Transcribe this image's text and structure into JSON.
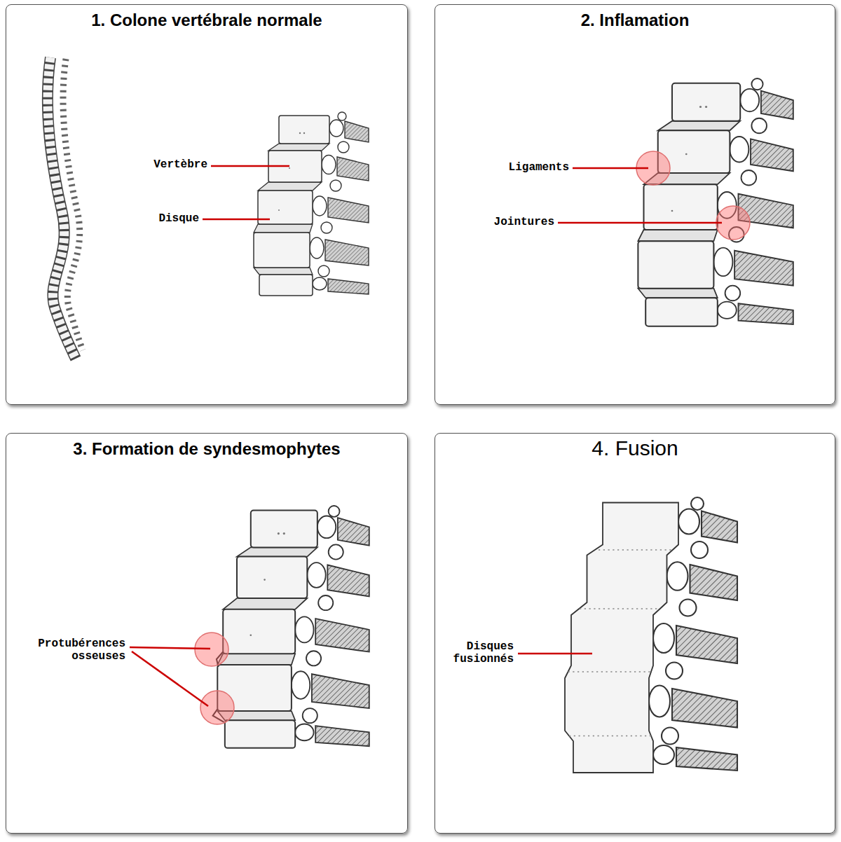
{
  "diagram": {
    "nodes": [
      {
        "text": [
          "1. Colone vertébrale normale"
        ]
      },
      {
        "text": [
          "2. Inflamation"
        ]
      },
      {
        "text": [
          "3. Formation de syndesmophytes"
        ]
      },
      {
        "text": [
          "4. Fusion"
        ]
      }
    ],
    "labels": [
      "Vertèbre",
      "Disque",
      "Ligaments",
      "Jointures",
      "Protubérences osseuses",
      "Disques fusionnés"
    ]
  }
}
